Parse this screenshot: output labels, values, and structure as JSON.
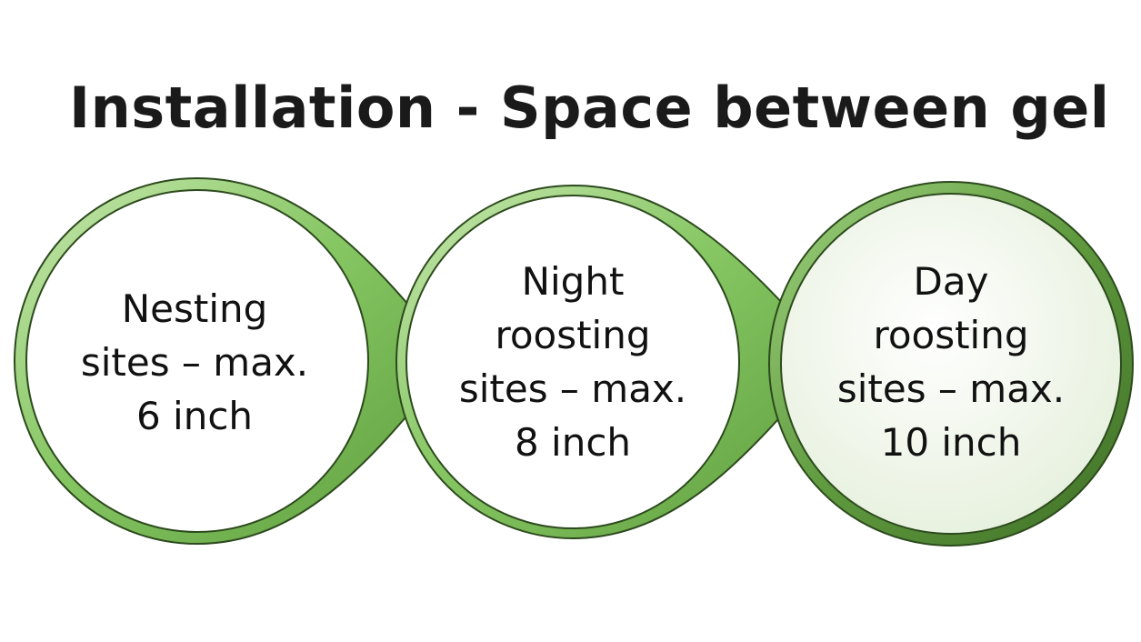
{
  "title": "Installation - Space between gel",
  "colors": {
    "ring_light": "#a9d88a",
    "ring_mid": "#7cc05a",
    "ring_dark": "#4f8a32",
    "outline": "#2d4a1e",
    "inner_fill": "#ffffff",
    "inner_fill_last": "#eef5e8",
    "text": "#111111"
  },
  "nodes": [
    {
      "lines": [
        "Nesting",
        "sites – max.",
        "6 inch"
      ]
    },
    {
      "lines": [
        "Night",
        "roosting",
        "sites – max.",
        "8 inch"
      ]
    },
    {
      "lines": [
        "Day",
        "roosting",
        "sites – max.",
        "10 inch"
      ]
    }
  ]
}
